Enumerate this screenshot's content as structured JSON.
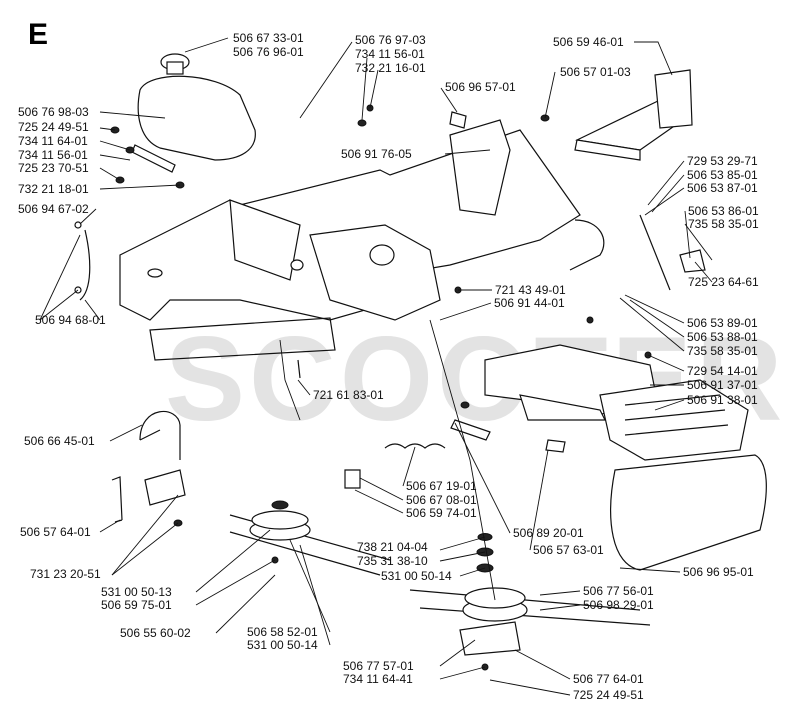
{
  "section_letter": "E",
  "watermark": "SCOOTER",
  "labels": [
    "506 67 33-01",
    "506 76 96-01",
    "506 76 97-03",
    "734 11 56-01",
    "732 21 16-01",
    "506 59 46-01",
    "506 57 01-03",
    "506 96 57-01",
    "506 76 98-03",
    "725 24 49-51",
    "734 11 64-01",
    "734 11 56-01",
    "725 23 70-51",
    "732 21 18-01",
    "506 94 67-02",
    "506 94 68-01",
    "506 91 76-05",
    "729 53 29-71",
    "506 53 85-01",
    "506 53 87-01",
    "506 53 86-01",
    "735 58 35-01",
    "725 23 64-61",
    "721 43 49-01",
    "506 91 44-01",
    "506 53 89-01",
    "506 53 88-01",
    "735 58 35-01",
    "721 61 83-01",
    "729 54 14-01",
    "506 91 37-01",
    "506 91 38-01",
    "506 66 45-01",
    "506 67 19-01",
    "506 67 08-01",
    "506 59 74-01",
    "506 57 64-01",
    "506 89 20-01",
    "506 57 63-01",
    "738 21 04-04",
    "735 31 38-10",
    "531 00 50-14",
    "731 23 20-51",
    "531 00 50-13",
    "506 59 75-01",
    "506 96 95-01",
    "506 77 56-01",
    "506 98 29-01",
    "506 55 60-02",
    "506 58 52-01",
    "531 00 50-14",
    "506 77 57-01",
    "734 11 64-41",
    "506 77 64-01",
    "725 24 49-51"
  ]
}
